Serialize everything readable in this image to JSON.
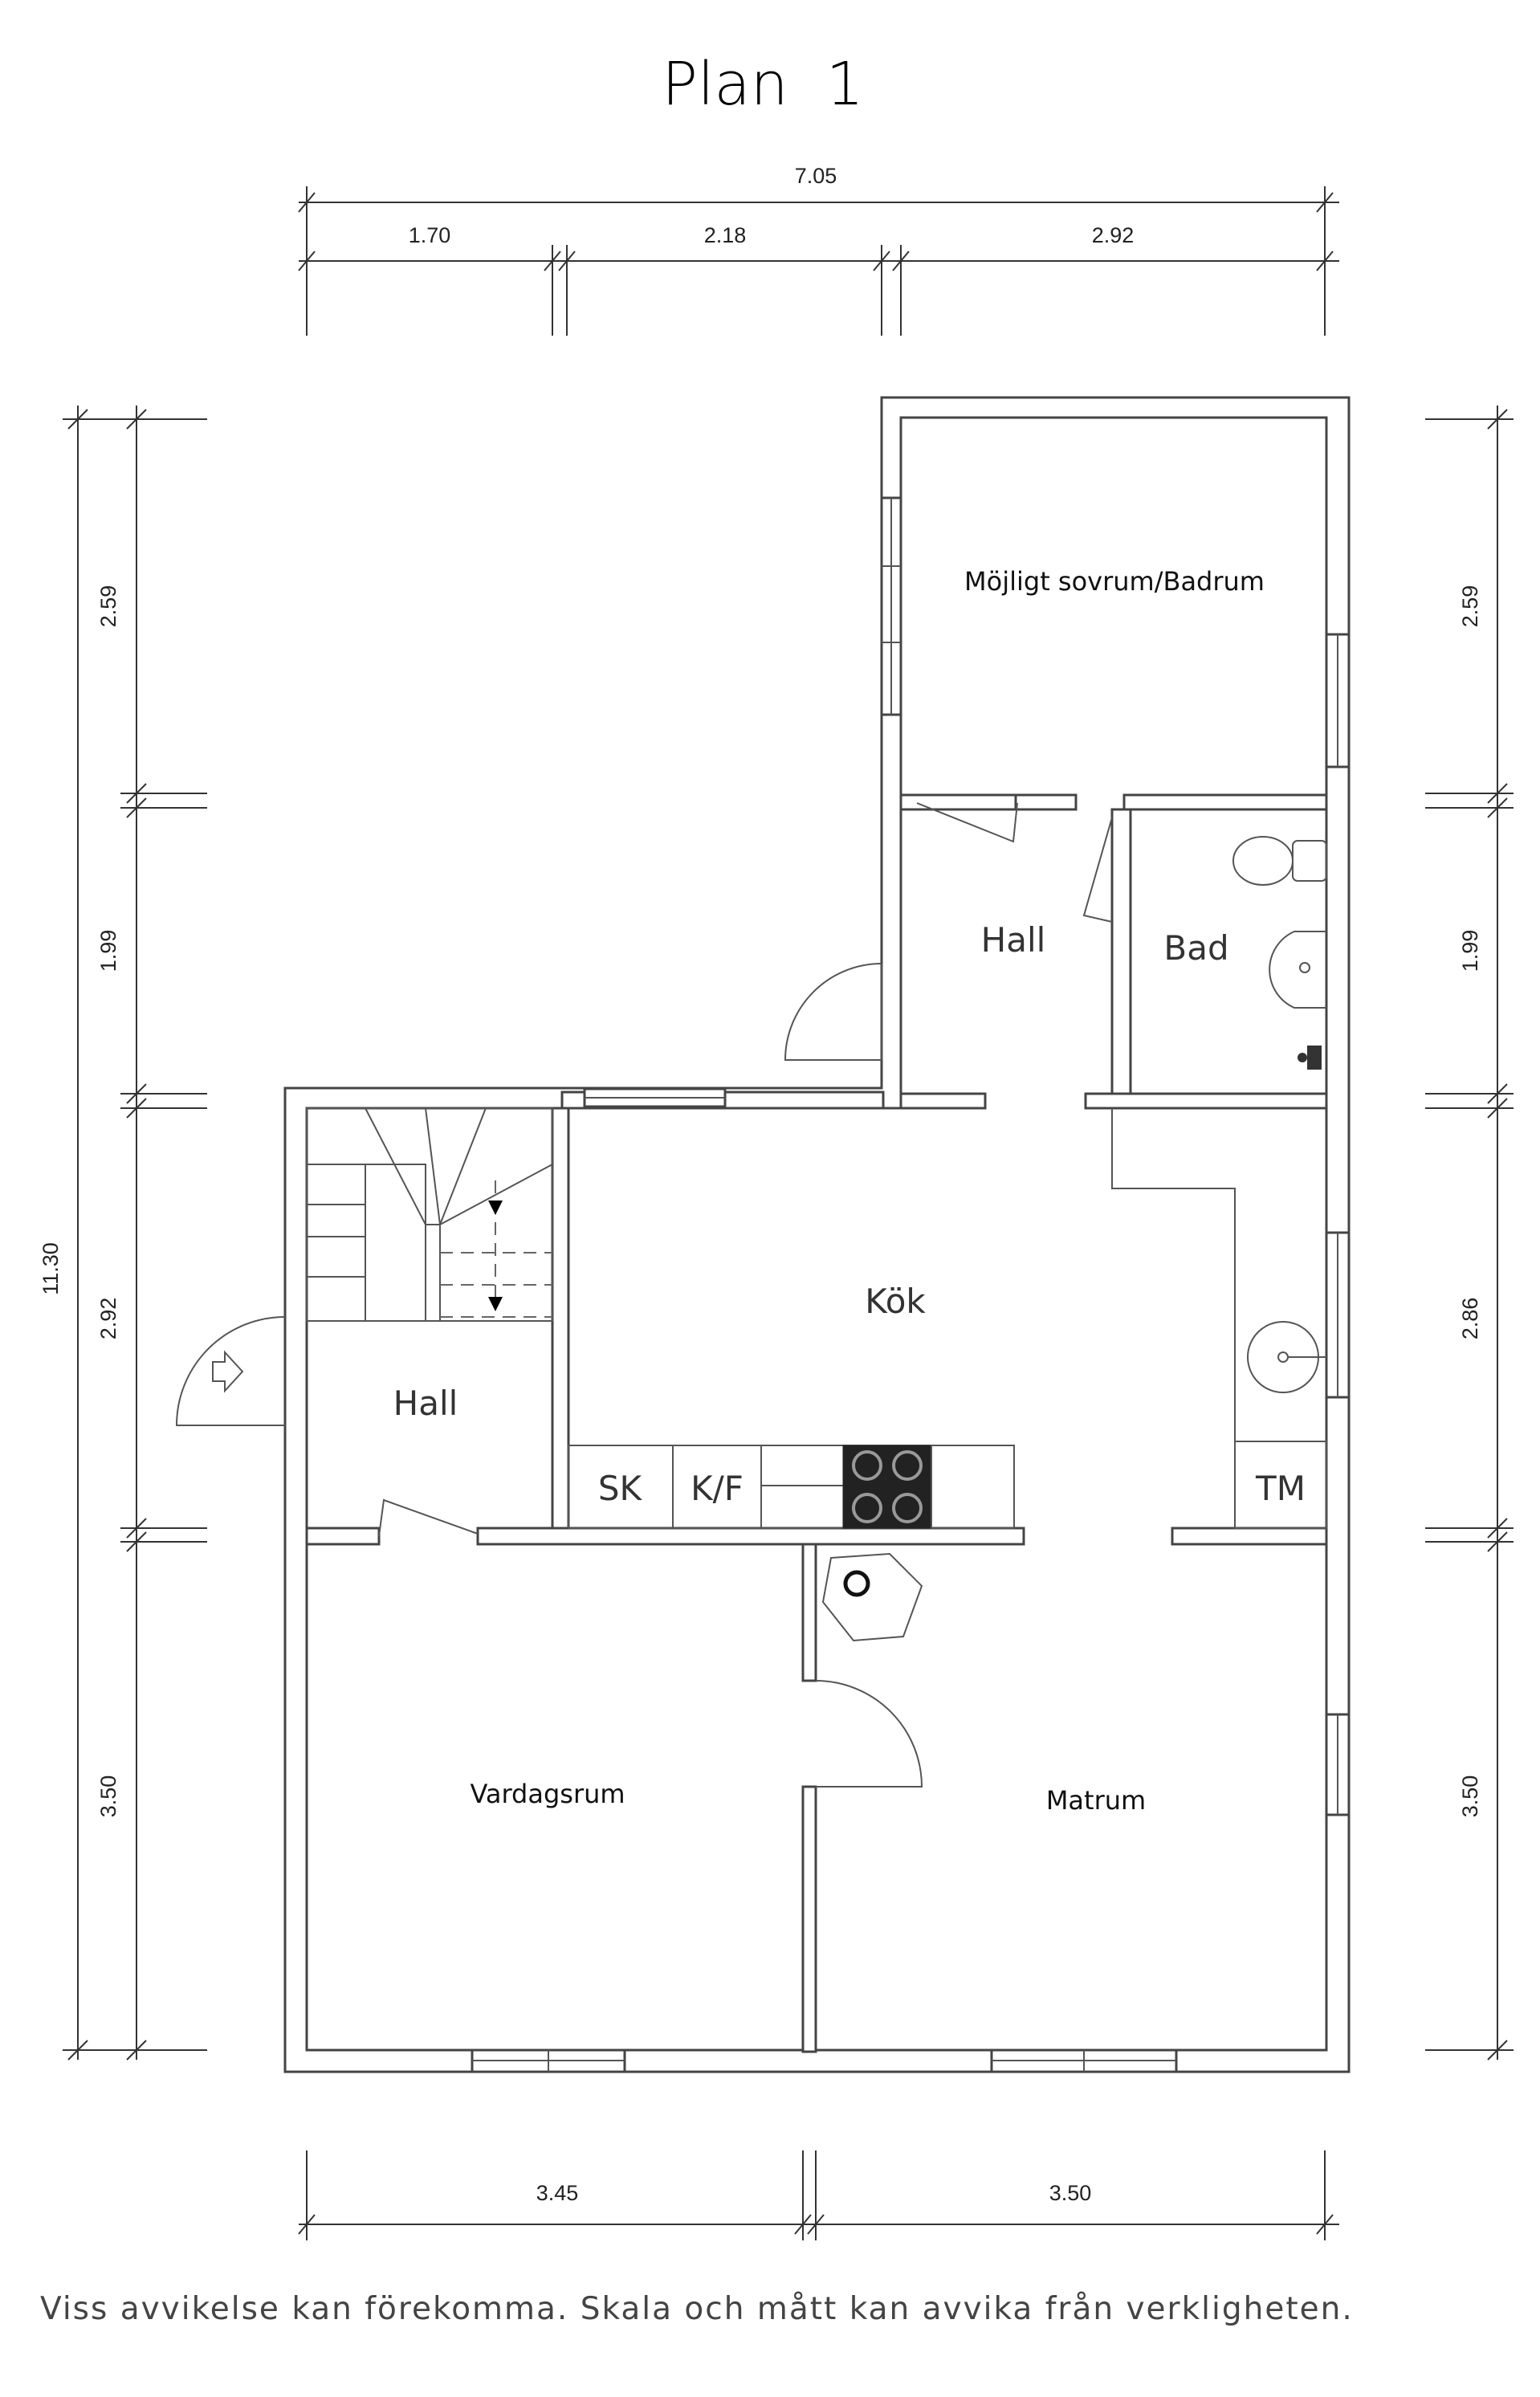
{
  "title": "Plan  1",
  "dimensions": {
    "top_total": "7.05",
    "top_segments": [
      "1.70",
      "2.18",
      "2.92"
    ],
    "bottom_segments": [
      "3.45",
      "3.50"
    ],
    "left_total": "11.30",
    "left_segments": [
      "2.59",
      "1.99",
      "2.92",
      "3.50"
    ],
    "right_segments": [
      "2.59",
      "1.99",
      "2.86",
      "3.50"
    ]
  },
  "rooms": {
    "bedroom": "Möjligt sovrum/Badrum",
    "upper_hall": "Hall",
    "bath": "Bad",
    "kitchen": "Kök",
    "lower_hall": "Hall",
    "living": "Vardagsrum",
    "dining": "Matrum"
  },
  "fixtures": {
    "sk": "SK",
    "kf": "K/F",
    "tm": "TM"
  },
  "disclaimer": "Viss avvikelse kan förekomma. Skala och mått kan avvika från verkligheten."
}
